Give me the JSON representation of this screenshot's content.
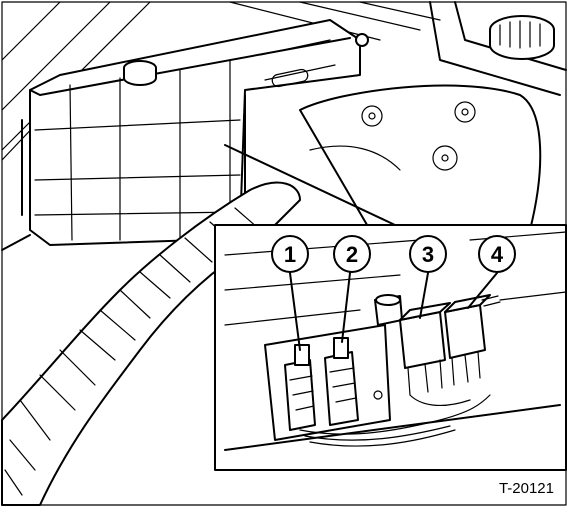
{
  "figure": {
    "id_label": "T-20121"
  },
  "callouts": [
    {
      "number": "1"
    },
    {
      "number": "2"
    },
    {
      "number": "3"
    },
    {
      "number": "4"
    }
  ],
  "colors": {
    "ink": "#000000",
    "paper": "#ffffff"
  }
}
